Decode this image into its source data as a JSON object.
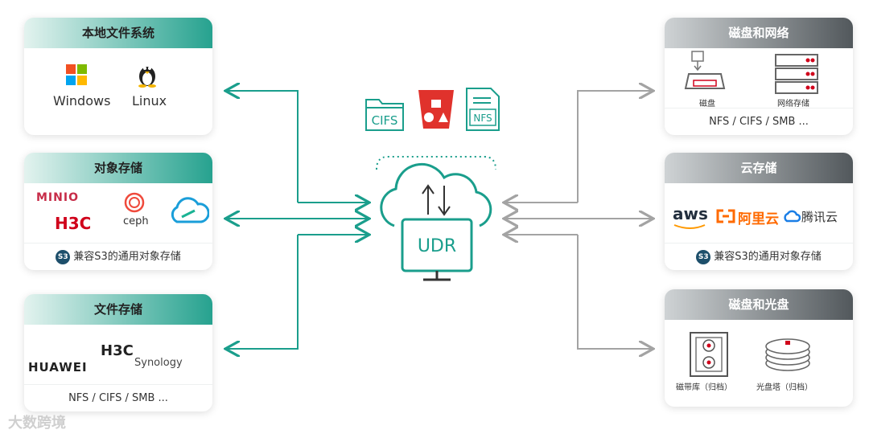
{
  "left": {
    "local_fs": {
      "title": "本地文件系统",
      "windows": "Windows",
      "linux": "Linux"
    },
    "object_storage": {
      "title": "对象存储",
      "minio": "MINIO",
      "h3c": "H3C",
      "ceph": "ceph",
      "footer": "兼容S3的通用对象存储",
      "s3_badge": "S3"
    },
    "file_storage": {
      "title": "文件存储",
      "h3c": "H3C",
      "huawei": "HUAWEI",
      "synology": "Synology",
      "footer": "NFS / CIFS / SMB ..."
    }
  },
  "center": {
    "cifs": "CIFS",
    "nfs": "NFS",
    "udr": "UDR"
  },
  "right": {
    "disk_network": {
      "title": "磁盘和网络",
      "disk_label": "磁盘",
      "net_label": "网络存储",
      "footer": "NFS / CIFS / SMB ..."
    },
    "cloud": {
      "title": "云存储",
      "aws": "aws",
      "aliyun": "阿里云",
      "tencent": "腾讯云",
      "footer": "兼容S3的通用对象存储",
      "s3_badge": "S3"
    },
    "disk_optical": {
      "title": "磁盘和光盘",
      "tape_label": "磁带库（归档）",
      "optical_label": "光盘塔（归档）"
    }
  },
  "watermark": "大数跨境",
  "colors": {
    "teal": "#1a9e8c",
    "gray": "#9d9d9d",
    "red": "#e0322c",
    "head_gray": "#52585c"
  }
}
